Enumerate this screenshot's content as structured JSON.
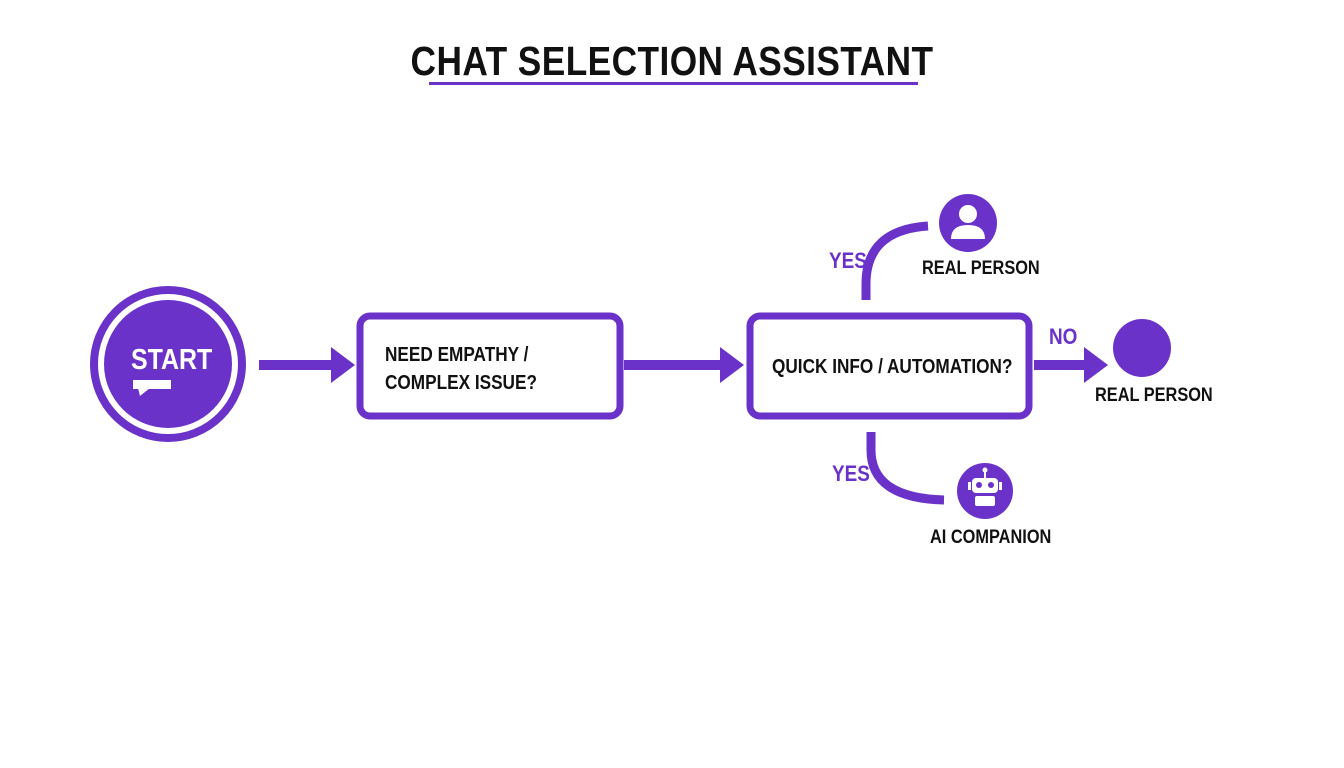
{
  "title": "CHAT SELECTION ASSISTANT",
  "colors": {
    "accent": "#6a32c9",
    "text": "#111111",
    "background": "#ffffff"
  },
  "nodes": {
    "start": {
      "label": "START",
      "icon": "chat-bubble-icon"
    },
    "decision_empathy": {
      "line1": "NEED EMPATHY /",
      "line2": "COMPLEX ISSUE?"
    },
    "decision_automation": {
      "label": "QUICK INFO / AUTOMATION?"
    },
    "outcome_top": {
      "label": "REAL PERSON",
      "icon": "person-icon"
    },
    "outcome_right": {
      "label": "REAL PERSON",
      "icon": "solid-circle-icon"
    },
    "outcome_bottom": {
      "label": "AI COMPANION",
      "icon": "robot-icon"
    }
  },
  "edges": {
    "yes_top": "YES",
    "no_right": "NO",
    "yes_bottom": "YES"
  }
}
